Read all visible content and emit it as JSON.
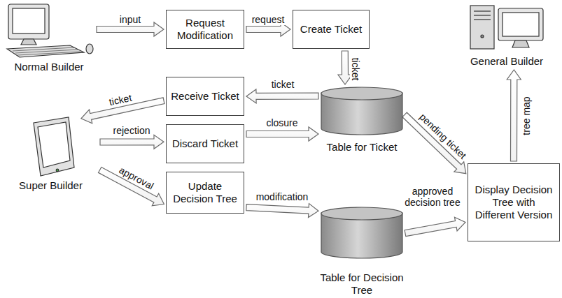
{
  "diagram": {
    "nodes": [
      {
        "text": [
          "Normal Builder"
        ]
      },
      {
        "text": [
          "Request Modification"
        ]
      },
      {
        "text": [
          "Create Ticket"
        ]
      },
      {
        "text": [
          "General Builder"
        ]
      },
      {
        "text": [
          "Receive Ticket"
        ]
      },
      {
        "text": [
          "Table for Ticket"
        ]
      },
      {
        "text": [
          "Super Builder"
        ]
      },
      {
        "text": [
          "Discard Ticket"
        ]
      },
      {
        "text": [
          "Display Decision Tree with Different Version"
        ]
      },
      {
        "text": [
          "Update Decision Tree"
        ]
      },
      {
        "text": [
          "Table for Decision Tree"
        ]
      }
    ],
    "edges": [
      {
        "from": 0,
        "to": 1,
        "arrow": "to",
        "label": "input"
      },
      {
        "from": 1,
        "to": 2,
        "arrow": "to",
        "label": "request"
      },
      {
        "from": 2,
        "to": 5,
        "arrow": "to",
        "label": "ticket"
      },
      {
        "from": 5,
        "to": 4,
        "arrow": "to",
        "label": "ticket"
      },
      {
        "from": 4,
        "to": 6,
        "arrow": "to",
        "label": "ticket"
      },
      {
        "from": 6,
        "to": 7,
        "arrow": "to",
        "label": "rejection"
      },
      {
        "from": 7,
        "to": 5,
        "arrow": "to",
        "label": "closure"
      },
      {
        "from": 6,
        "to": 9,
        "arrow": "to",
        "label": "approval"
      },
      {
        "from": 9,
        "to": 10,
        "arrow": "to",
        "label": "modification"
      },
      {
        "from": 5,
        "to": 8,
        "arrow": "to",
        "label": "pending ticket"
      },
      {
        "from": 10,
        "to": 8,
        "arrow": "to",
        "label": "approved decision tree"
      },
      {
        "from": 8,
        "to": 3,
        "arrow": "to",
        "label": "tree map"
      }
    ]
  }
}
